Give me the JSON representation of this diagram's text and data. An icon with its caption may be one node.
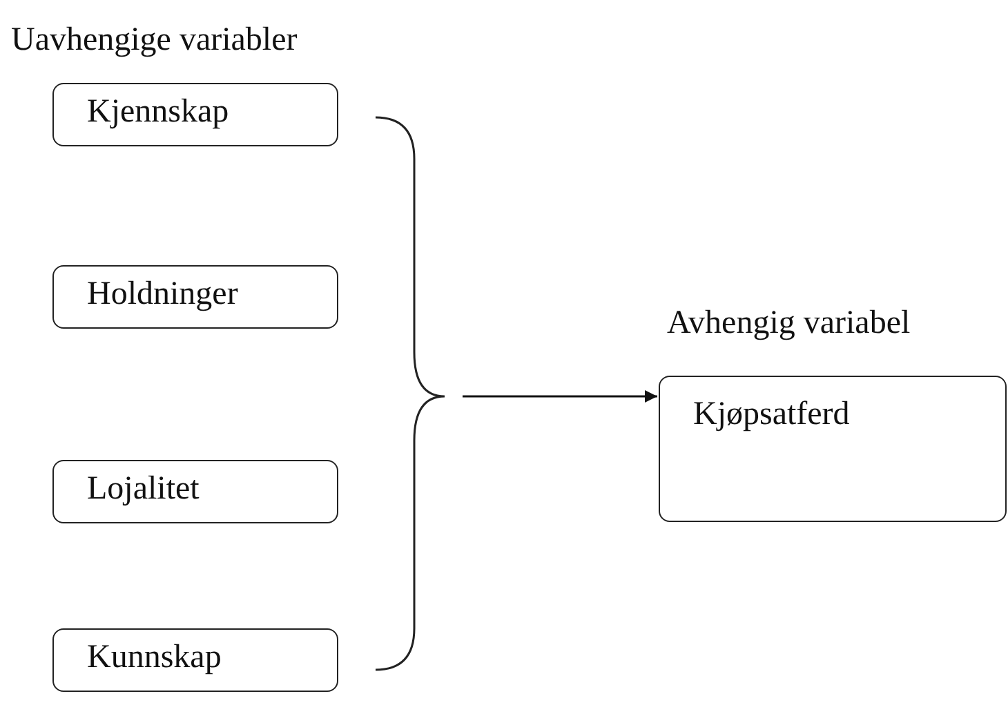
{
  "diagram": {
    "nodes": [
      {
        "text": [
          "Kjennskap"
        ]
      },
      {
        "text": [
          "Holdninger"
        ]
      },
      {
        "text": [
          "Lojalitet"
        ]
      },
      {
        "text": [
          "Kunnskap"
        ]
      },
      {
        "text": [
          "Avhengig variabel",
          "Kjøpsatferd"
        ]
      }
    ],
    "edges": [
      {
        "from": null,
        "to": 4,
        "arrow": "to"
      }
    ],
    "labels": [
      "Uavhengige variabler"
    ]
  }
}
